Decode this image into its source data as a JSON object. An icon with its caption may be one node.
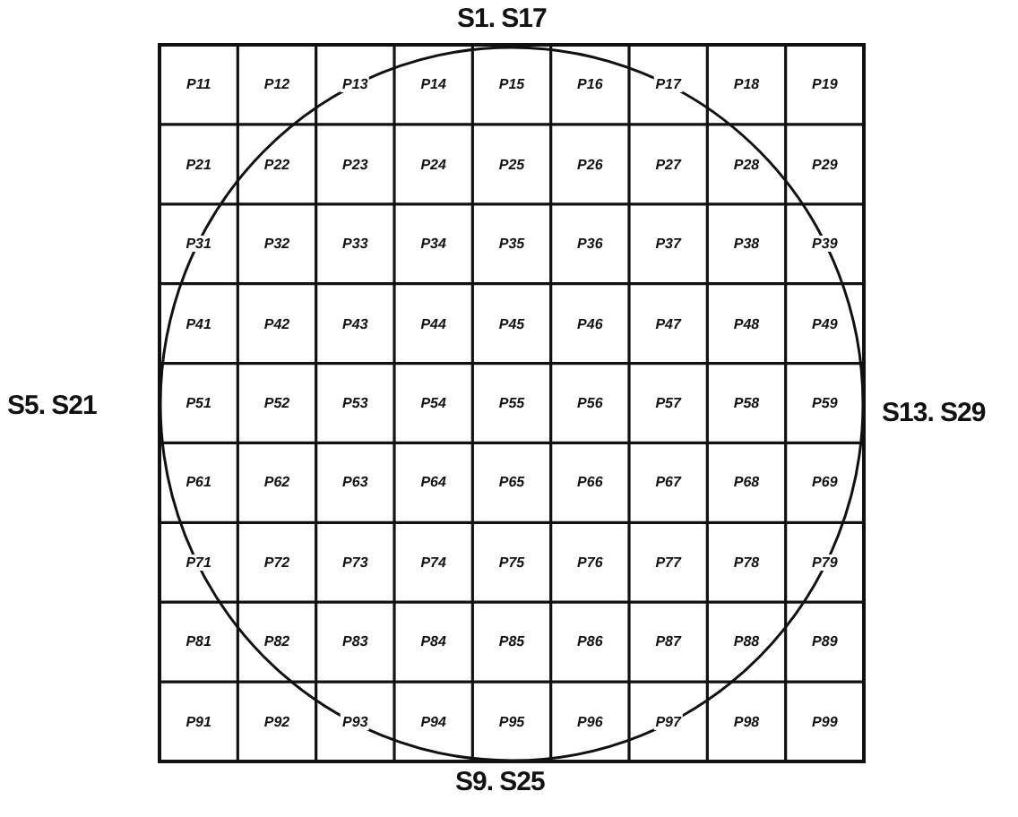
{
  "diagram": {
    "labels": [
      "S1. S17",
      "S5. S21",
      "P11",
      "P12",
      "P13",
      "P14",
      "P15",
      "P16",
      "P17",
      "P18",
      "P19",
      "P21",
      "P22",
      "P23",
      "P24",
      "P25",
      "P26",
      "P27",
      "P28",
      "P29",
      "P31",
      "P32",
      "P33",
      "P34",
      "P35",
      "P36",
      "P37",
      "P38",
      "P39",
      "P41",
      "P42",
      "P43",
      "P44",
      "P45",
      "P46",
      "P47",
      "P48",
      "P49",
      "P51",
      "P52",
      "P53",
      "P54",
      "P55",
      "P56",
      "P57",
      "P58",
      "P59",
      "P61",
      "P62",
      "P63",
      "P64",
      "P65",
      "P66",
      "P67",
      "P68",
      "P69",
      "P71",
      "P72",
      "P73",
      "P74",
      "P75",
      "P76",
      "P77",
      "P78",
      "P79",
      "P81",
      "P82",
      "P83",
      "P84",
      "P85",
      "P86",
      "P87",
      "P88",
      "P89",
      "P91",
      "P92",
      "P93",
      "P94",
      "P95",
      "P96",
      "P97",
      "P98",
      "P99",
      "S13. S29",
      "S9. S25"
    ]
  }
}
